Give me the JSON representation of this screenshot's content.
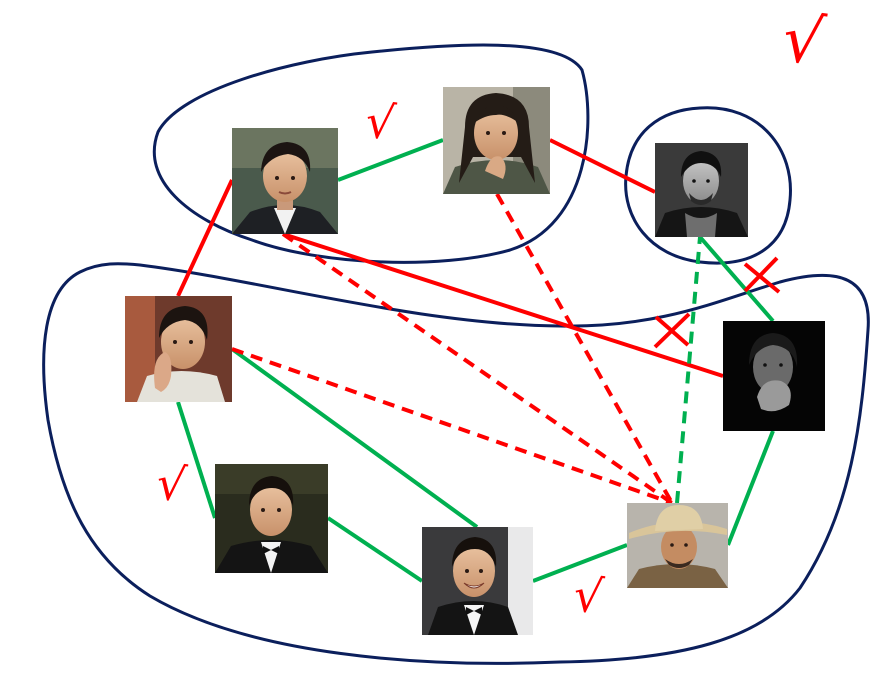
{
  "colors": {
    "agree": "#00b050",
    "disagree": "#ff0000",
    "group_outline": "#0b1f5c",
    "mark": "#ff0000"
  },
  "marks": {
    "check": "√",
    "cross": "✕"
  },
  "persons": [
    {
      "id": "p1",
      "icon": "portrait-young-man-in-suit"
    },
    {
      "id": "p2",
      "icon": "portrait-man-with-long-hair-in-costume"
    },
    {
      "id": "p3",
      "icon": "portrait-man-black-and-white"
    },
    {
      "id": "p4",
      "icon": "portrait-young-man-thinking"
    },
    {
      "id": "p5",
      "icon": "portrait-man-hand-on-chin-dark"
    },
    {
      "id": "p6",
      "icon": "portrait-man-in-tuxedo"
    },
    {
      "id": "p7",
      "icon": "portrait-smiling-man-in-tuxedo"
    },
    {
      "id": "p8",
      "icon": "portrait-man-in-straw-hat"
    }
  ],
  "relations": [
    {
      "from": "p1",
      "to": "p2",
      "type": "agree",
      "style": "solid"
    },
    {
      "from": "p2",
      "to": "p3",
      "type": "disagree",
      "style": "solid"
    },
    {
      "from": "p1",
      "to": "p4",
      "type": "disagree",
      "style": "solid"
    },
    {
      "from": "p5",
      "to": "p1",
      "type": "disagree",
      "style": "solid"
    },
    {
      "from": "p5",
      "to": "p3",
      "type": "agree",
      "style": "solid"
    },
    {
      "from": "p4",
      "to": "p6",
      "type": "agree",
      "style": "solid"
    },
    {
      "from": "p4",
      "to": "p7",
      "type": "agree",
      "style": "solid"
    },
    {
      "from": "p6",
      "to": "p7",
      "type": "agree",
      "style": "solid"
    },
    {
      "from": "p7",
      "to": "p8",
      "type": "agree",
      "style": "solid"
    },
    {
      "from": "p5",
      "to": "p8",
      "type": "agree",
      "style": "solid"
    },
    {
      "from": "p1",
      "to": "p8",
      "type": "disagree",
      "style": "dashed"
    },
    {
      "from": "p2",
      "to": "p8",
      "type": "disagree",
      "style": "dashed"
    },
    {
      "from": "p4",
      "to": "p8",
      "type": "disagree",
      "style": "dashed"
    },
    {
      "from": "p8",
      "to": "p3",
      "type": "agree",
      "style": "dashed"
    }
  ]
}
